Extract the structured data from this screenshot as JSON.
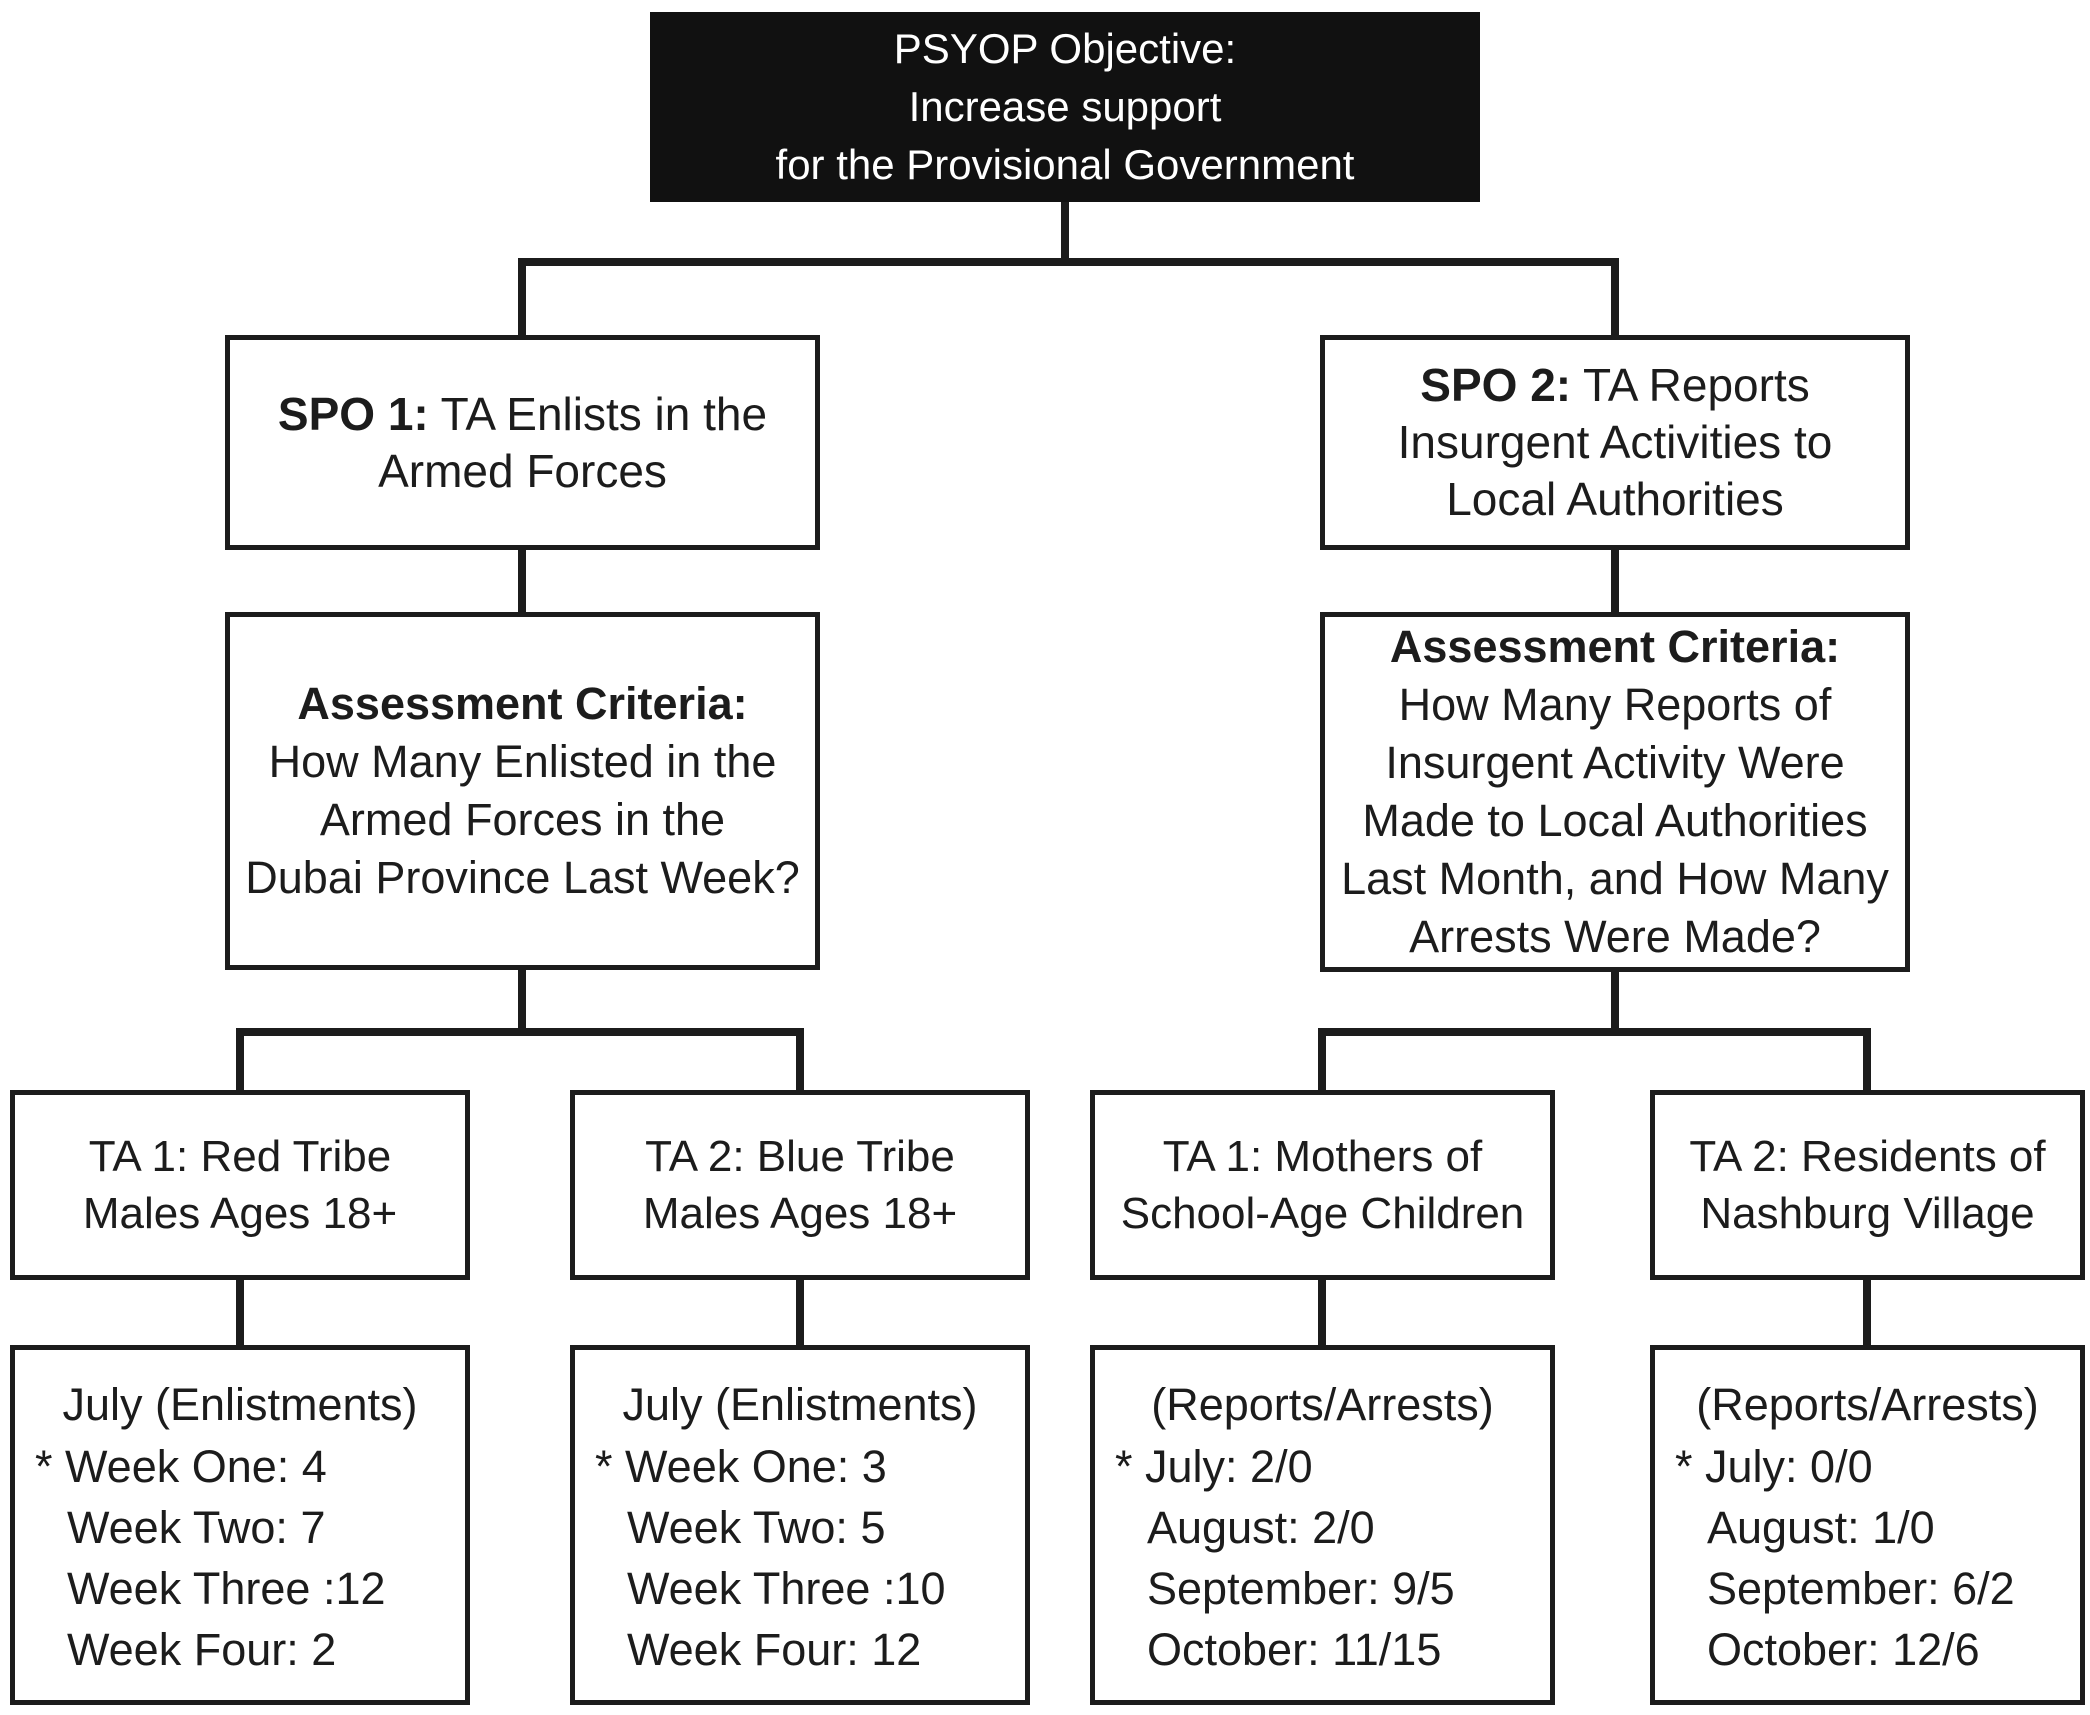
{
  "page": {
    "background": "#ffffff",
    "ink": "#1c1c1c",
    "objective_bg": "#111111",
    "objective_fg": "#ffffff"
  },
  "objective": {
    "text": "PSYOP Objective:\nIncrease support\nfor the Provisional Government"
  },
  "spo1": {
    "label": "SPO 1:",
    "text": " TA Enlists in the\nArmed Forces"
  },
  "spo2": {
    "label": "SPO 2:",
    "text": " TA Reports\nInsurgent Activities to\nLocal Authorities"
  },
  "ac1": {
    "heading": "Assessment Criteria:",
    "body": "How Many Enlisted in the\nArmed Forces in the\nDubai Province Last Week?"
  },
  "ac2": {
    "heading": "Assessment Criteria:",
    "body": "How Many Reports of\nInsurgent Activity Were\nMade to Local Authorities\nLast Month, and How Many\nArrests Were Made?"
  },
  "ta": {
    "spo1_ta1": "TA 1: Red Tribe\nMales Ages 18+",
    "spo1_ta2": "TA 2: Blue Tribe\nMales Ages 18+",
    "spo2_ta1": "TA 1: Mothers of\nSchool-Age Children",
    "spo2_ta2": "TA 2: Residents of\nNashburg Village"
  },
  "details": {
    "spo1_ta1": {
      "title": "July (Enlistments)",
      "items": [
        "* Week One: 4",
        "Week Two: 7",
        "Week Three :12",
        "Week Four: 2"
      ]
    },
    "spo1_ta2": {
      "title": "July (Enlistments)",
      "items": [
        "* Week One: 3",
        "Week Two: 5",
        "Week Three :10",
        "Week Four: 12"
      ]
    },
    "spo2_ta1": {
      "title": "(Reports/Arrests)",
      "items": [
        "* July: 2/0",
        "August: 2/0",
        "September: 9/5",
        "October: 11/15"
      ]
    },
    "spo2_ta2": {
      "title": "(Reports/Arrests)",
      "items": [
        "* July: 0/0",
        "August: 1/0",
        "September: 6/2",
        "October: 12/6"
      ]
    }
  }
}
